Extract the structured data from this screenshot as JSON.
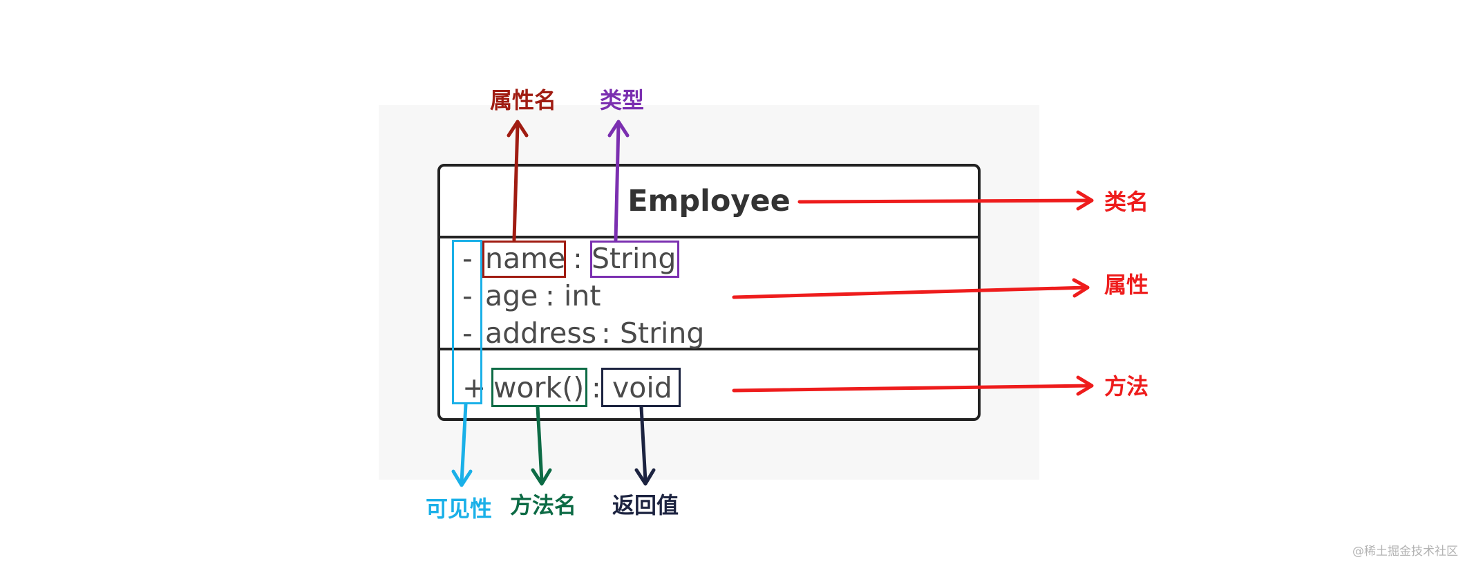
{
  "diagram": {
    "class_name": "Employee",
    "attributes": [
      {
        "visibility": "-",
        "name": "name",
        "separator": ":",
        "type": "String"
      },
      {
        "visibility": "-",
        "name": "age",
        "separator": ":",
        "type": "int"
      },
      {
        "visibility": "-",
        "name": "address",
        "separator": ":",
        "type": "String"
      }
    ],
    "methods": [
      {
        "visibility": "+",
        "name": "work()",
        "separator": ":",
        "return_type": "void"
      }
    ]
  },
  "callouts": {
    "attribute_name": "属性名",
    "type": "类型",
    "class_name": "类名",
    "attributes": "属性",
    "methods": "方法",
    "visibility": "可见性",
    "method_name": "方法名",
    "return_value": "返回值"
  },
  "colors": {
    "attribute_name": "#a01c12",
    "type": "#7b2fb0",
    "section_labels": "#ee1c1c",
    "visibility": "#1ab0e8",
    "method_name": "#0d6b45",
    "return_value": "#1c2340"
  },
  "watermark": "@稀土掘金技术社区"
}
